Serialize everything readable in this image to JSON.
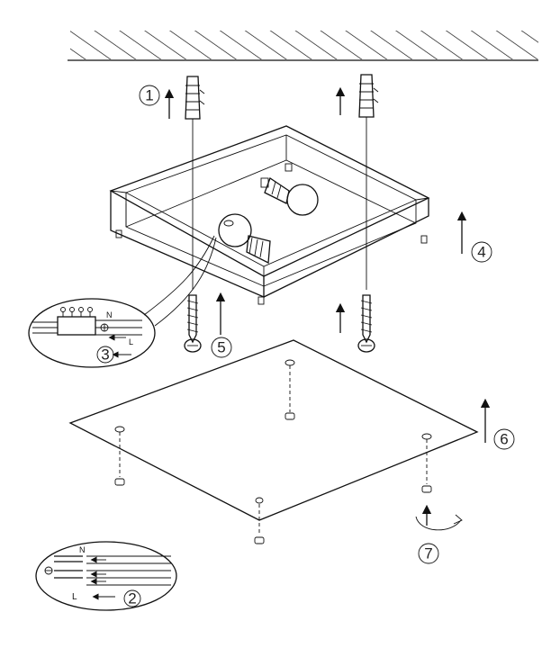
{
  "steps": [
    "1",
    "2",
    "3",
    "4",
    "5",
    "6",
    "7"
  ],
  "wire_labels": {
    "neutral": "N",
    "live": "L"
  },
  "colors": {
    "line": "#111111",
    "background": "#ffffff"
  }
}
